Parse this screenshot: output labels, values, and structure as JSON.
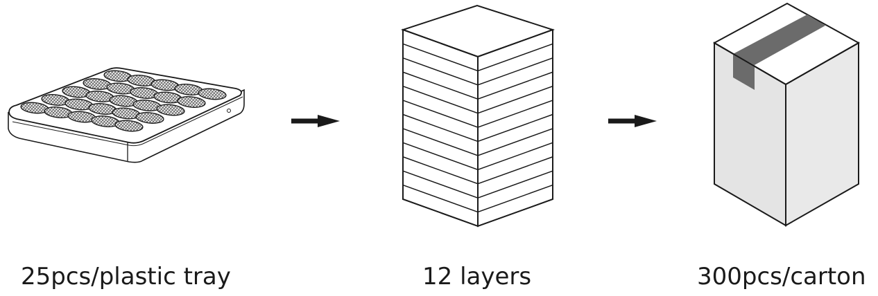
{
  "steps": [
    {
      "caption": "25pcs/plastic tray",
      "icon": "plastic-tray-icon",
      "count": 25
    },
    {
      "caption": "12 layers",
      "icon": "stacked-layers-icon",
      "count": 12
    },
    {
      "caption": "300pcs/carton",
      "icon": "carton-box-icon"
    }
  ],
  "arrows": [
    "right-arrow-icon",
    "right-arrow-icon"
  ],
  "colors": {
    "stroke": "#1a1a1a",
    "hole": "#4a4a4a",
    "tape": "#6b6b6b",
    "box_top": "#ffffff",
    "box_side": "#e9e9e9",
    "box_front": "#e4e4e4"
  }
}
